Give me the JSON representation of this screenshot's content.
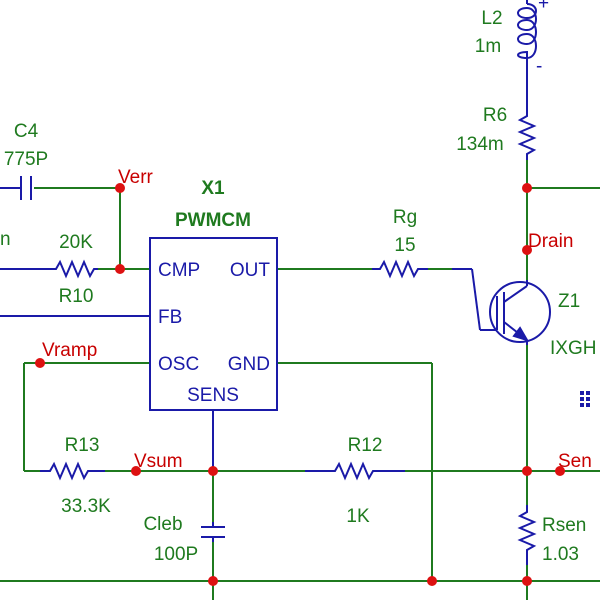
{
  "ic": {
    "ref": "X1",
    "model": "PWMCM",
    "pins": {
      "cmp": "CMP",
      "out": "OUT",
      "fb": "FB",
      "osc": "OSC",
      "gnd": "GND",
      "sens": "SENS"
    }
  },
  "components": {
    "c4": {
      "ref": "C4",
      "value": "775P"
    },
    "r10": {
      "ref": "R10",
      "value": "20K"
    },
    "rg": {
      "ref": "Rg",
      "value": "15"
    },
    "l2": {
      "ref": "L2",
      "value": "1m",
      "pin_plus": "+",
      "pin_minus": "-"
    },
    "r6": {
      "ref": "R6",
      "value": "134m"
    },
    "z1": {
      "ref": "Z1",
      "value": "IXGH"
    },
    "r13": {
      "ref": "R13",
      "value": "33.3K"
    },
    "r12": {
      "ref": "R12",
      "value": "1K"
    },
    "cleb": {
      "ref": "Cleb",
      "value": "100P"
    },
    "rsen": {
      "ref": "Rsen",
      "value": "1.03"
    }
  },
  "nodes": {
    "verr": "Verr",
    "drain": "Drain",
    "vramp": "Vramp",
    "vsum": "Vsum",
    "sen": "Sen",
    "left_in": "n"
  },
  "colors": {
    "wire": "#1f7a1f",
    "component": "#1a1aa8",
    "node_dot": "#dd1111",
    "node_label": "#c80000",
    "label": "#1f7a1f"
  }
}
